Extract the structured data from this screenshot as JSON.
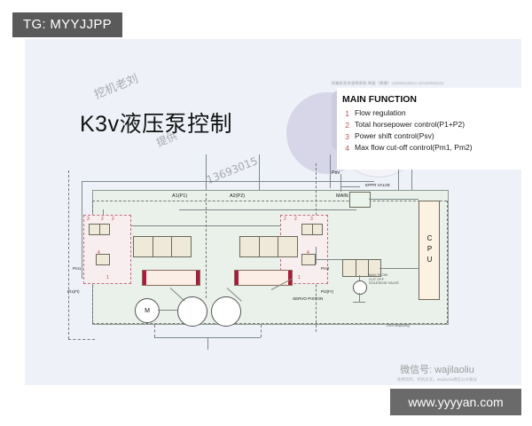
{
  "overlay": {
    "tag_label": "TG: MYYJJPP",
    "url_label": "www.yyyyan.com",
    "tag_bg": "#5a5a5a",
    "url_bg": "#6a6a6a"
  },
  "slide": {
    "title": "K3v液压泵控制",
    "background": "#eef2f8",
    "header_line": "挖掘机技术说明资料 构造（原理）13000015614     20150505222"
  },
  "main_function": {
    "heading": "MAIN FUNCTION",
    "accent_color": "#c0504d",
    "items": [
      {
        "num": "1",
        "text": "Flow regulation"
      },
      {
        "num": "2",
        "text": "Total horsepower control(P1+P2)"
      },
      {
        "num": "3",
        "text": "Power shift control(Psv)"
      },
      {
        "num": "4",
        "text": "Max flow cut-off control(Pm1, Pm2)"
      }
    ]
  },
  "diagram": {
    "labels": {
      "a1p1": "A1(P1)",
      "a2p2": "A2(P2)",
      "main_pump": "MAIN PUMP",
      "psv": "Psv",
      "eppr_valve": "EPPR VALVE",
      "cpu": "CPU",
      "pm1": "Pm1",
      "pm2": "Pm2",
      "pi1": "Pi1(Fl)",
      "pi2": "Pi2(Fr)",
      "servo_piston": "SERVO PISTON",
      "motor": "M",
      "max_flow_l1": "MAX FLOW",
      "max_flow_l2": "CUT OFF",
      "max_flow_l3": "SOLENOID VALVE",
      "part_no": "29072mp02hg"
    },
    "port_numbers_left": [
      "3",
      "2",
      "2",
      "4",
      "1"
    ],
    "port_numbers_right": [
      "2",
      "2",
      "3",
      "4",
      "1"
    ],
    "colors": {
      "pump_panel": "#eaf0ea",
      "pink_panel": "#f8eef0",
      "valve_body": "#efe9d9",
      "piston_body": "#fbeee6",
      "piston_cap": "#a51d3a",
      "cpu_body": "#fdf1e2",
      "line": "#7d8a8a"
    }
  },
  "watermarks": {
    "w1": "挖机老刘",
    "w2": "提供",
    "w3": "13693015"
  },
  "footer": {
    "wechat_line": "微信号: wajilaoliu",
    "wechat_sub": "免费资料、挖机买卖，wajilaoliu微信公众账号"
  }
}
